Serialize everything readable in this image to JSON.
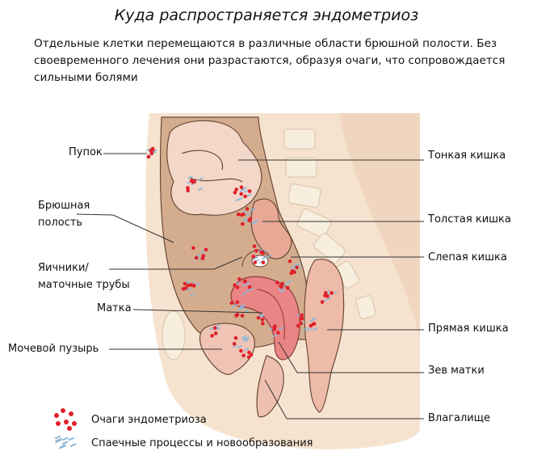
{
  "title": "Куда распространяется эндометриоз",
  "description": "Отдельные клетки перемещаются в различные области брюшной полости. Без своевременного лечения они разрастаются, образуя очаги, что сопровождается сильными болями",
  "labels_left": {
    "navel": "Пупок",
    "abdominal_cavity_1": "Брюшная",
    "abdominal_cavity_2": "полость",
    "ovaries_1": "Яичники/",
    "ovaries_2": "маточные трубы",
    "uterus": "Матка",
    "bladder": "Мочевой пузырь"
  },
  "labels_right": {
    "small_intestine": "Тонкая кишка",
    "large_intestine": "Толстая кишка",
    "cecum": "Слепая кишка",
    "rectum": "Прямая кишка",
    "cervix": "Зев матки",
    "vagina": "Влагалище"
  },
  "legend": [
    {
      "icon": "endometriosis-foci-icon",
      "label": "Очаги эндометриоза",
      "color": "#e0202a"
    },
    {
      "icon": "adhesions-icon",
      "label": "Спаечные процессы и новообразования",
      "color": "#8fb8d8"
    }
  ]
}
